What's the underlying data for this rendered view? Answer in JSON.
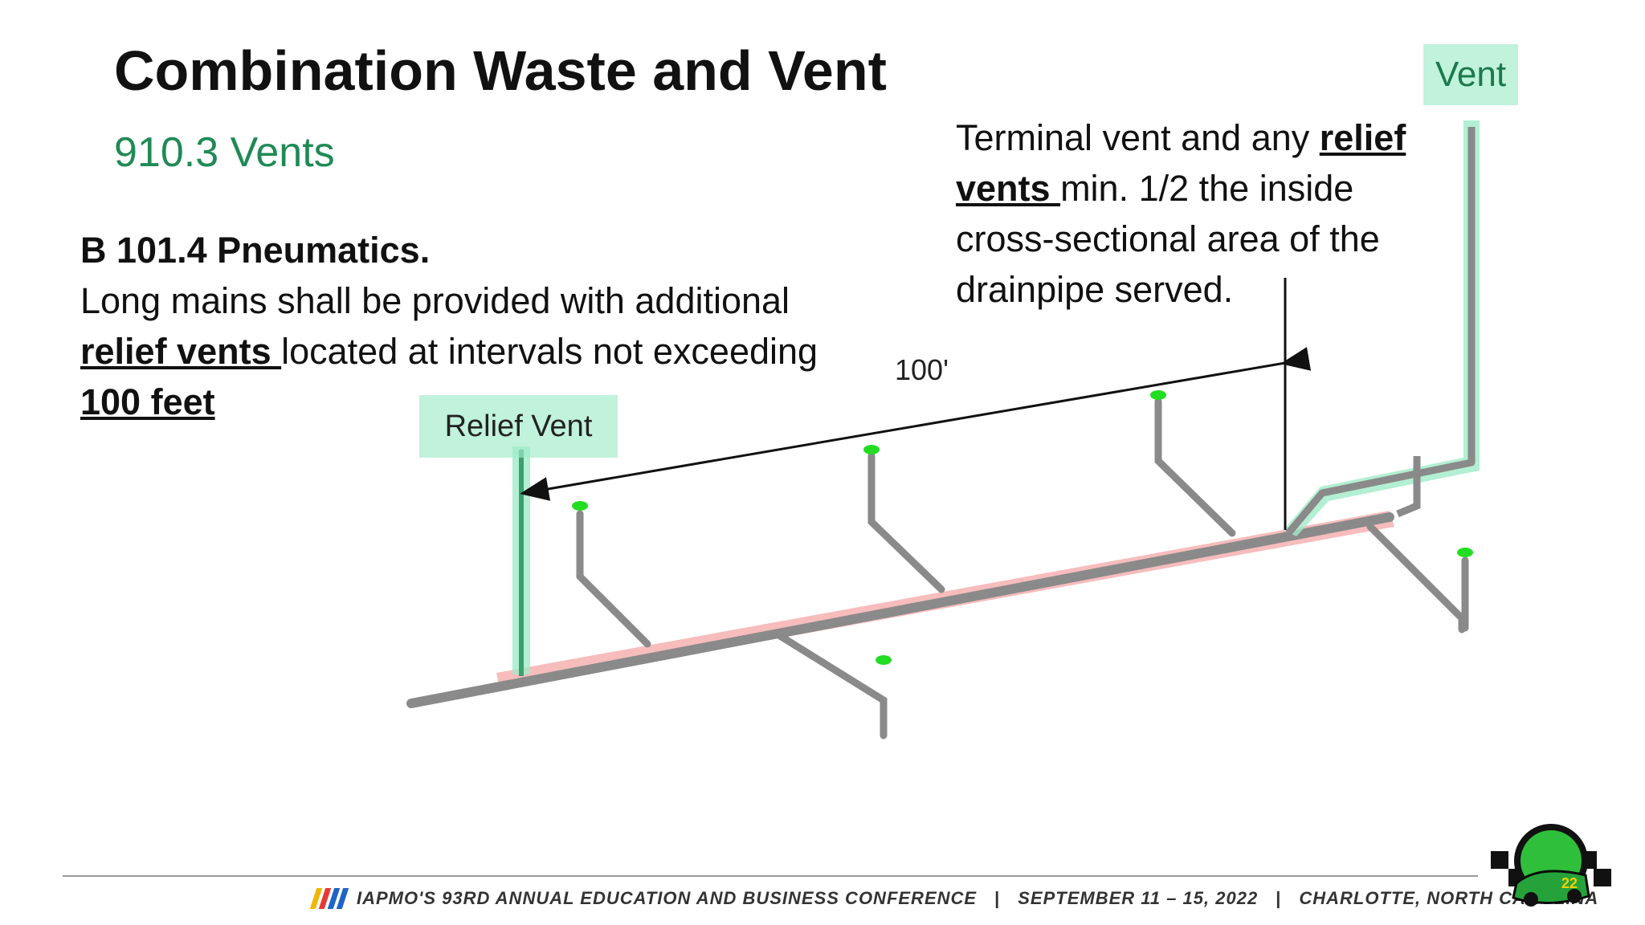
{
  "slide": {
    "title": "Combination Waste and Vent",
    "subtitle": "910.3 Vents"
  },
  "body": {
    "heading": "B 101.4 Pneumatics.",
    "line1": "Long mains shall be provided with additional",
    "relief_vents": "relief vents ",
    "line2_rest": "located at intervals not exceeding",
    "distance": "100 feet"
  },
  "callout": {
    "part1": "Terminal vent and any ",
    "relief": "relief",
    "vents": "vents ",
    "part2": "min. 1/2 the inside cross-sectional area of the drainpipe served."
  },
  "labels": {
    "vent": "Vent",
    "relief_vent": "Relief Vent",
    "dimension": "100'"
  },
  "footer": {
    "conference": "IAPMO'S 93RD ANNUAL EDUCATION AND BUSINESS CONFERENCE",
    "dates": "SEPTEMBER 11 – 15, 2022",
    "location": "CHARLOTTE, NORTH CAROLINA",
    "stripe_colors": [
      "#f2b705",
      "#e53935",
      "#1e63c7",
      "#1e63c7"
    ]
  },
  "colors": {
    "accent_green": "#1f8a55",
    "vent_highlight": "#a0ebc8",
    "drain_highlight": "#f4a6a6",
    "pipe_gray": "#8a8a8a",
    "fixture_green": "#22dd22"
  }
}
